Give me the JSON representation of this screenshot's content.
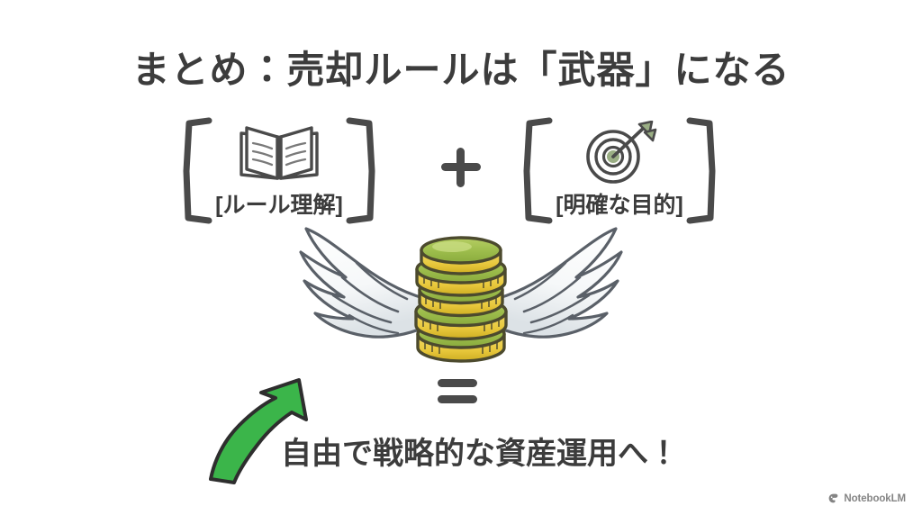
{
  "slide": {
    "background_color": "#FFFFFF",
    "title": "まとめ：売却ルールは「武器」になる",
    "title_color": "#3C3C3C"
  },
  "equation": {
    "plus_operator": "+",
    "equals_operator": "=",
    "terms": [
      {
        "id": "rule-understanding",
        "label": "[ルール理解]",
        "icon": "open-book-icon",
        "icon_color": "#4A4A4A"
      },
      {
        "id": "clear-purpose",
        "label": "[明確な目的]",
        "icon": "target-with-arrow-icon",
        "icon_color": "#4A4A4A",
        "accent_color": "#9AAE84"
      }
    ],
    "result": {
      "id": "winged-assets",
      "illustration": "winged-coin-stack-icon",
      "coin_body_color": "#9CBC4B",
      "coin_rim_color": "#E8C83C",
      "coin_outline_color": "#4C4A2E",
      "wing_color": "#FDFDFD",
      "wing_outline_color": "#5A6068"
    }
  },
  "conclusion": {
    "arrow_icon": "upward-growth-arrow-icon",
    "arrow_color": "#3BB54A",
    "arrow_outline_color": "#2E2E2E",
    "text": "自由で戦略的な資産運用へ！",
    "text_color": "#3C3C3C"
  },
  "watermark": {
    "icon": "notebooklm-logo-icon",
    "label": "NotebookLM",
    "color": "#555555"
  }
}
